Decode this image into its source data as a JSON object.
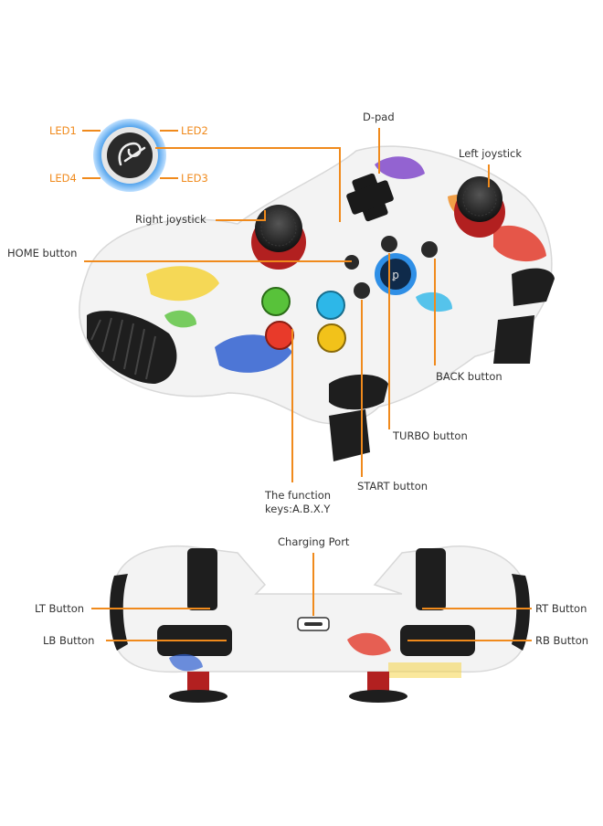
{
  "colors": {
    "callout_line": "#f08a1c",
    "label_text": "#333333",
    "controller_body": "#f1f1f1",
    "grip_black": "#1e1e1e",
    "led_ring": "#2f8fe6",
    "button_green": "#58c23a",
    "button_cyan": "#2db7e8",
    "button_red": "#e83a2a",
    "button_yellow": "#f2c21a"
  },
  "top_view": {
    "led_labels": [
      "LED1",
      "LED2",
      "LED4",
      "LED3"
    ],
    "labels": {
      "dpad": "D-pad",
      "left_joystick": "Left joystick",
      "right_joystick": "Right joystick",
      "home_button": "HOME button",
      "back_button": "BACK button",
      "turbo_button": "TURBO button",
      "start_button": "START button",
      "function_keys_line1": "The function",
      "function_keys_line2": "keys:A.B.X.Y"
    }
  },
  "bottom_view": {
    "labels": {
      "charging_port": "Charging Port",
      "lt_button": "LT Button",
      "lb_button": "LB Button",
      "rt_button": "RT Button",
      "rb_button": "RB Button"
    }
  }
}
